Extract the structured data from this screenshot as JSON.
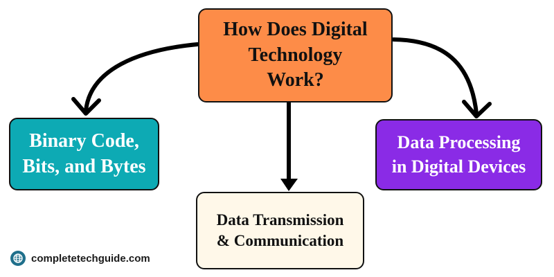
{
  "colors": {
    "center_fill": "#FD8C48",
    "left_fill": "#0DAAB4",
    "right_fill": "#8A2BE6",
    "bottom_fill": "#FFF8E9",
    "arrow": "#000000",
    "globe": "#1F6F8B"
  },
  "nodes": {
    "center": {
      "lines": [
        "How Does Digital",
        "Technology",
        "Work?"
      ]
    },
    "left": {
      "lines": [
        "Binary Code,",
        "Bits, and Bytes"
      ]
    },
    "right": {
      "lines": [
        "Data Processing",
        "in Digital Devices"
      ]
    },
    "bottom": {
      "lines": [
        "Data Transmission",
        "& Communication"
      ]
    }
  },
  "footer": {
    "icon": "globe-icon",
    "site": "completetechguide.com"
  }
}
